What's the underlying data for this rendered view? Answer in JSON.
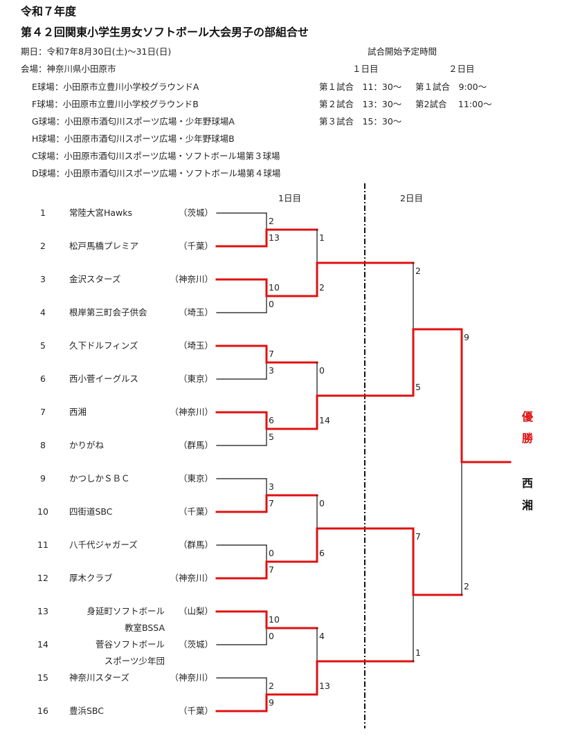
{
  "header": {
    "year": "令和７年度",
    "title": "第４２回関東小学生男女ソフトボール大会男子の部組合せ",
    "date": "期日：令和7年8月30日(土)～31日(日)",
    "venue": "会場：神奈川県小田原市",
    "fields": [
      "E球場：小田原市立豊川小学校グラウンドA",
      "F球場：小田原市立豊川小学校グラウンドB",
      "G球場：小田原市酒匂川スポーツ広場・少年野球場A",
      "H球場：小田原市酒匂川スポーツ広場・少年野球場B",
      "C球場：小田原市酒匂川スポーツ広場・ソフトボール場第３球場",
      "D球場：小田原市酒匂川スポーツ広場・ソフトボール場第４球場"
    ]
  },
  "schedule": {
    "title": "試合開始予定時間",
    "day1_label": "１日目",
    "day2_label": "２日目",
    "day1": [
      "第１試合　11：30～",
      "第２試合　13：30～",
      "第３試合　15：30～"
    ],
    "day2": [
      "第１試合　9:00～",
      "第2試合　 11:00～"
    ]
  },
  "bracket": {
    "day1_label": "1日目",
    "day2_label": "2日目",
    "teams": [
      {
        "no": "1",
        "name": "常陸大宮Hawks",
        "pref": "（茨城）"
      },
      {
        "no": "2",
        "name": "松戸馬橋プレミア",
        "pref": "（千葉）"
      },
      {
        "no": "3",
        "name": "金沢スターズ",
        "pref": "（神奈川）"
      },
      {
        "no": "4",
        "name": "根岸第三町会子供会",
        "pref": "（埼玉）"
      },
      {
        "no": "5",
        "name": "久下ドルフィンズ",
        "pref": "（埼玉）"
      },
      {
        "no": "6",
        "name": "西小菅イーグルス",
        "pref": "（東京）"
      },
      {
        "no": "7",
        "name": "西湘",
        "pref": "（神奈川）"
      },
      {
        "no": "8",
        "name": "かりがね",
        "pref": "（群馬）"
      },
      {
        "no": "9",
        "name": "かつしかＳＢＣ",
        "pref": "（東京）"
      },
      {
        "no": "10",
        "name": "四街道SBC",
        "pref": "（千葉）"
      },
      {
        "no": "11",
        "name": "八千代ジャガーズ",
        "pref": "（群馬）"
      },
      {
        "no": "12",
        "name": "厚木クラブ",
        "pref": "（神奈川）"
      },
      {
        "no": "13",
        "name": "身延町ソフトボール",
        "name2": "教室BSSA",
        "pref": "（山梨）"
      },
      {
        "no": "14",
        "name": "菅谷ソフトボール",
        "name2": "スポーツ少年団",
        "pref": "（茨城）"
      },
      {
        "no": "15",
        "name": "神奈川スターズ",
        "pref": "（神奈川）"
      },
      {
        "no": "16",
        "name": "豊浜SBC",
        "pref": "（千葉）"
      }
    ],
    "rounds": [
      [
        [
          "2",
          "13"
        ],
        [
          "10",
          "0"
        ],
        [
          "7",
          "3"
        ],
        [
          "6",
          "5"
        ],
        [
          "3",
          "7"
        ],
        [
          "0",
          "7"
        ],
        [
          "10",
          "0"
        ],
        [
          "2",
          "9"
        ]
      ],
      [
        [
          "1",
          "2"
        ],
        [
          "0",
          "14"
        ],
        [
          "0",
          "6"
        ],
        [
          "4",
          "13"
        ]
      ],
      [
        [
          "2",
          "5"
        ],
        [
          "7",
          "1"
        ]
      ],
      [
        [
          "9",
          "2"
        ]
      ]
    ],
    "champion_label": [
      "優",
      "勝"
    ],
    "champion_name": [
      "西",
      "湘"
    ]
  },
  "colors": {
    "winner_line": "#e01010",
    "line": "#111111",
    "champion_label": "#e01010"
  }
}
